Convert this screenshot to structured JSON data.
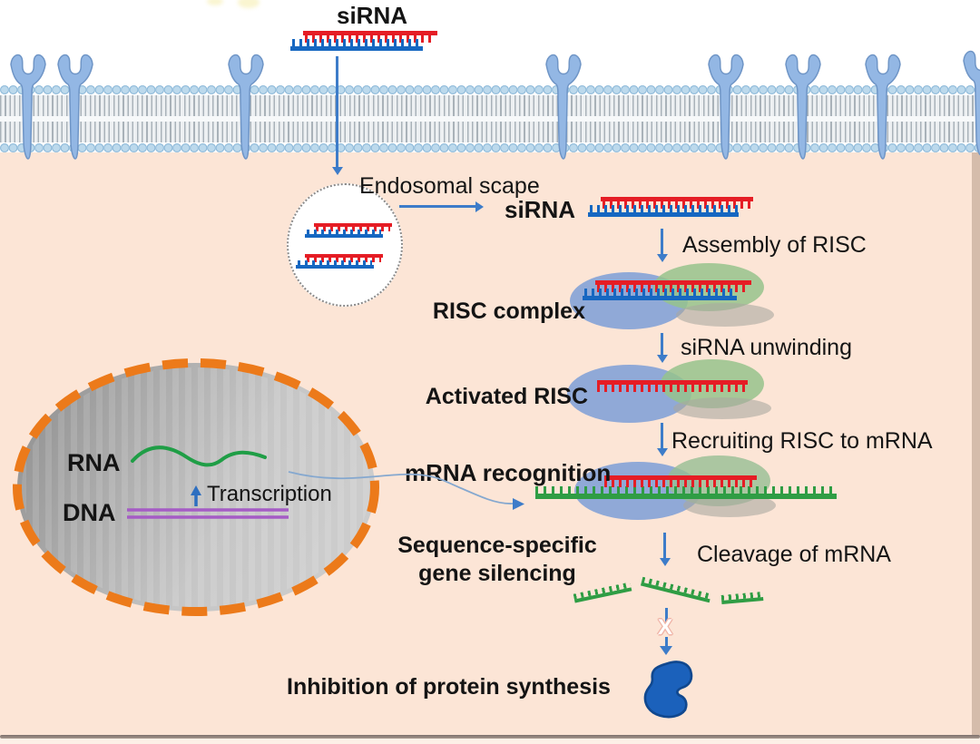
{
  "diagram": {
    "title": "siRNA",
    "endosome": {
      "label": "Endosomal scape"
    },
    "released_sirna": {
      "label": "siRNA"
    },
    "steps": {
      "assembly": "Assembly of RISC",
      "risc_complex": "RISC complex",
      "unwinding": "siRNA unwinding",
      "activated_risc": "Activated RISC",
      "recruiting": "Recruiting RISC to mRNA",
      "mrna_recognition": "mRNA recognition",
      "cleavage": "Cleavage of mRNA",
      "gene_silencing_line1": "Sequence-specific",
      "gene_silencing_line2": "gene silencing",
      "inhibition": "Inhibition of protein synthesis"
    },
    "nucleus": {
      "rna": "RNA",
      "dna": "DNA",
      "transcription": "Transcription"
    },
    "blocked_mark": "X",
    "colors": {
      "cytoplasm": "#fce5d6",
      "membrane_head": "#aed0e8",
      "receptor": "#93b7e4",
      "sirna_sense_red": "#e51d25",
      "sirna_antisense_blue": "#1667c1",
      "mrna_green": "#2f9d44",
      "risc_blue": "#7b9bd7",
      "risc_green": "#96c38c",
      "nucleus_envelope_orange": "#ec7a1a",
      "dna_purple": "#a55cc5",
      "arrow_blue": "#3d7cc9",
      "protein_blue": "#1b61bb"
    }
  }
}
